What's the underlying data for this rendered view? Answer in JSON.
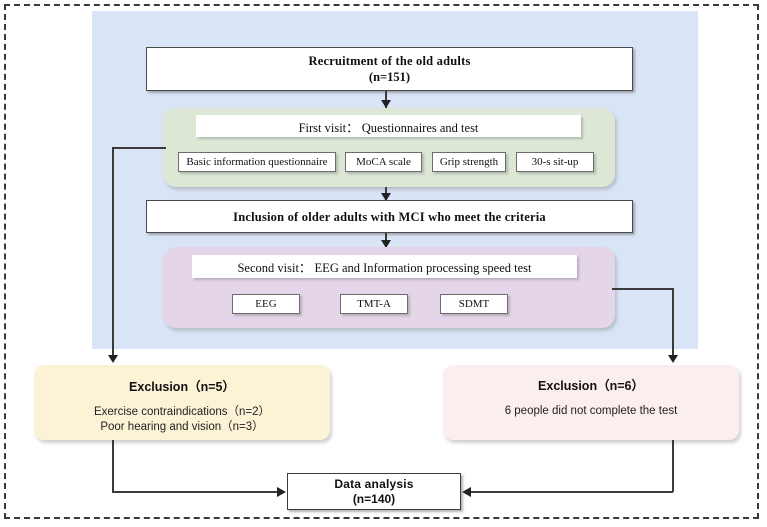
{
  "figure": {
    "type": "flowchart",
    "title_text": ""
  },
  "nodes": {
    "recruitment": {
      "line1": "Recruitment of the old adults",
      "line2": "(n=151)"
    },
    "first_visit": {
      "header": "First visit： Questionnaires and test",
      "tests": [
        "Basic information questionnaire",
        "MoCA scale",
        "Grip strength",
        "30-s sit-up"
      ]
    },
    "inclusion": {
      "line1": "Inclusion of older adults with MCI who meet the criteria"
    },
    "second_visit": {
      "header": "Second visit： EEG and Information processing speed test",
      "tests": [
        "EEG",
        "TMT-A",
        "SDMT"
      ]
    },
    "exclusion_left": {
      "title": "Exclusion（n=5）",
      "reason1": "Exercise contraindications（n=2）",
      "reason2": "Poor hearing and vision（n=3）"
    },
    "exclusion_right": {
      "title": "Exclusion（n=6）",
      "reason1": "6 people did not complete the test"
    },
    "data_analysis": {
      "line1": "Data analysis",
      "line2": "(n=140)"
    }
  },
  "colors": {
    "panel_blue": "#d9e5f7",
    "panel_green": "#dce7d5",
    "panel_purple": "#e4d5e8",
    "exclusion_yellow": "#fcf2d5",
    "exclusion_pink": "#fbeeee",
    "box_white": "#ffffff",
    "line": "#3a3a3a",
    "frame_dashed": "#3a3a3a"
  }
}
